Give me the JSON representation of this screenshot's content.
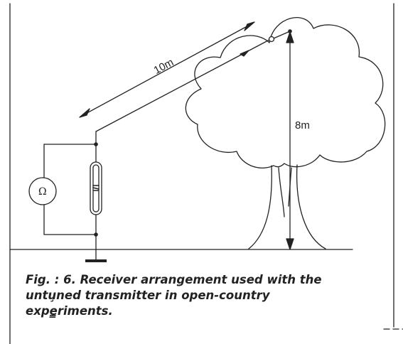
{
  "figure": {
    "distance_label": "10m",
    "height_label": "8m",
    "meter_symbol": "Ω"
  },
  "caption": {
    "line1": "Fig. : 6. Receiver arrangement used with the",
    "line2": "untu̧ned transmitter in open-country",
    "line3": "expe̳riments."
  },
  "colors": {
    "ink": "#222222",
    "background": "#ffffff"
  }
}
